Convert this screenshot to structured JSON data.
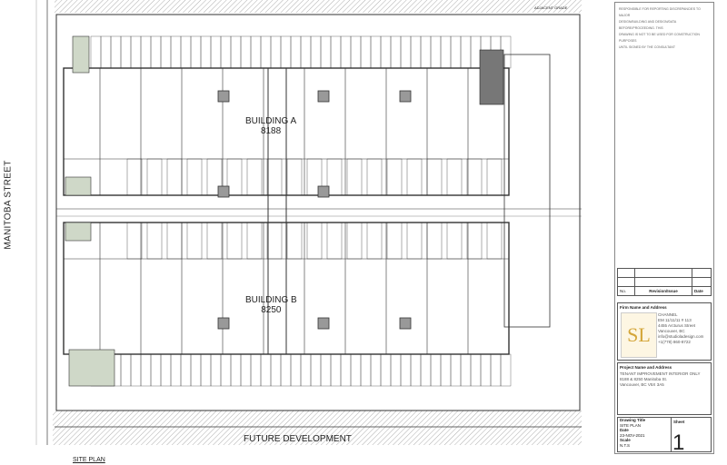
{
  "drawing": {
    "street_label": "MANITOBA STREET",
    "building_a": {
      "name": "BUILDING A",
      "number": "8188"
    },
    "building_b": {
      "name": "BUILDING B",
      "number": "8250"
    },
    "future_development": "FUTURE DEVELOPMENT",
    "caption": "SITE PLAN",
    "grade_label": "ADJACENT GRADE"
  },
  "title_block": {
    "notes": [
      "RESPONSIBLE FOR REPORTING DISCREPANCIES TO MAJOR",
      "DESIGN/BUILDING AND DESIGN/DATA BEFORE/PROCEEDING. THIS",
      "DRAWING IS NOT TO BE USED FOR CONSTRUCTION PURPOSES",
      "UNTIL SIGNED BY THE CONSULTANT"
    ],
    "revision_headers": {
      "no": "No.",
      "revision": "Revision/Issue",
      "date": "Date"
    },
    "consultant": {
      "heading": "Firm Name and Address",
      "logo_text": "SL",
      "lines": [
        "CHANNEL",
        "EM 11/11/11 # 113",
        "4455 Arcturus Street",
        "Vancouver, BC",
        "info@studioladesign.com",
        "+1(778) 860-8722"
      ]
    },
    "project": {
      "heading": "Project Name and Address",
      "lines": [
        "TENANT IMPROVEMENT INTERIOR ONLY",
        "8188 & 8250 Manitoba St.",
        "Vancouver, BC V5X 3A5"
      ]
    },
    "drawing_title_label": "Drawing Title",
    "drawing_title": "SITE PLAN",
    "date_label": "Date",
    "date": "23-NOV-2021",
    "scale_label": "Scale",
    "scale": "N.T.S",
    "sheet_label": "Sheet",
    "sheet": "1"
  }
}
